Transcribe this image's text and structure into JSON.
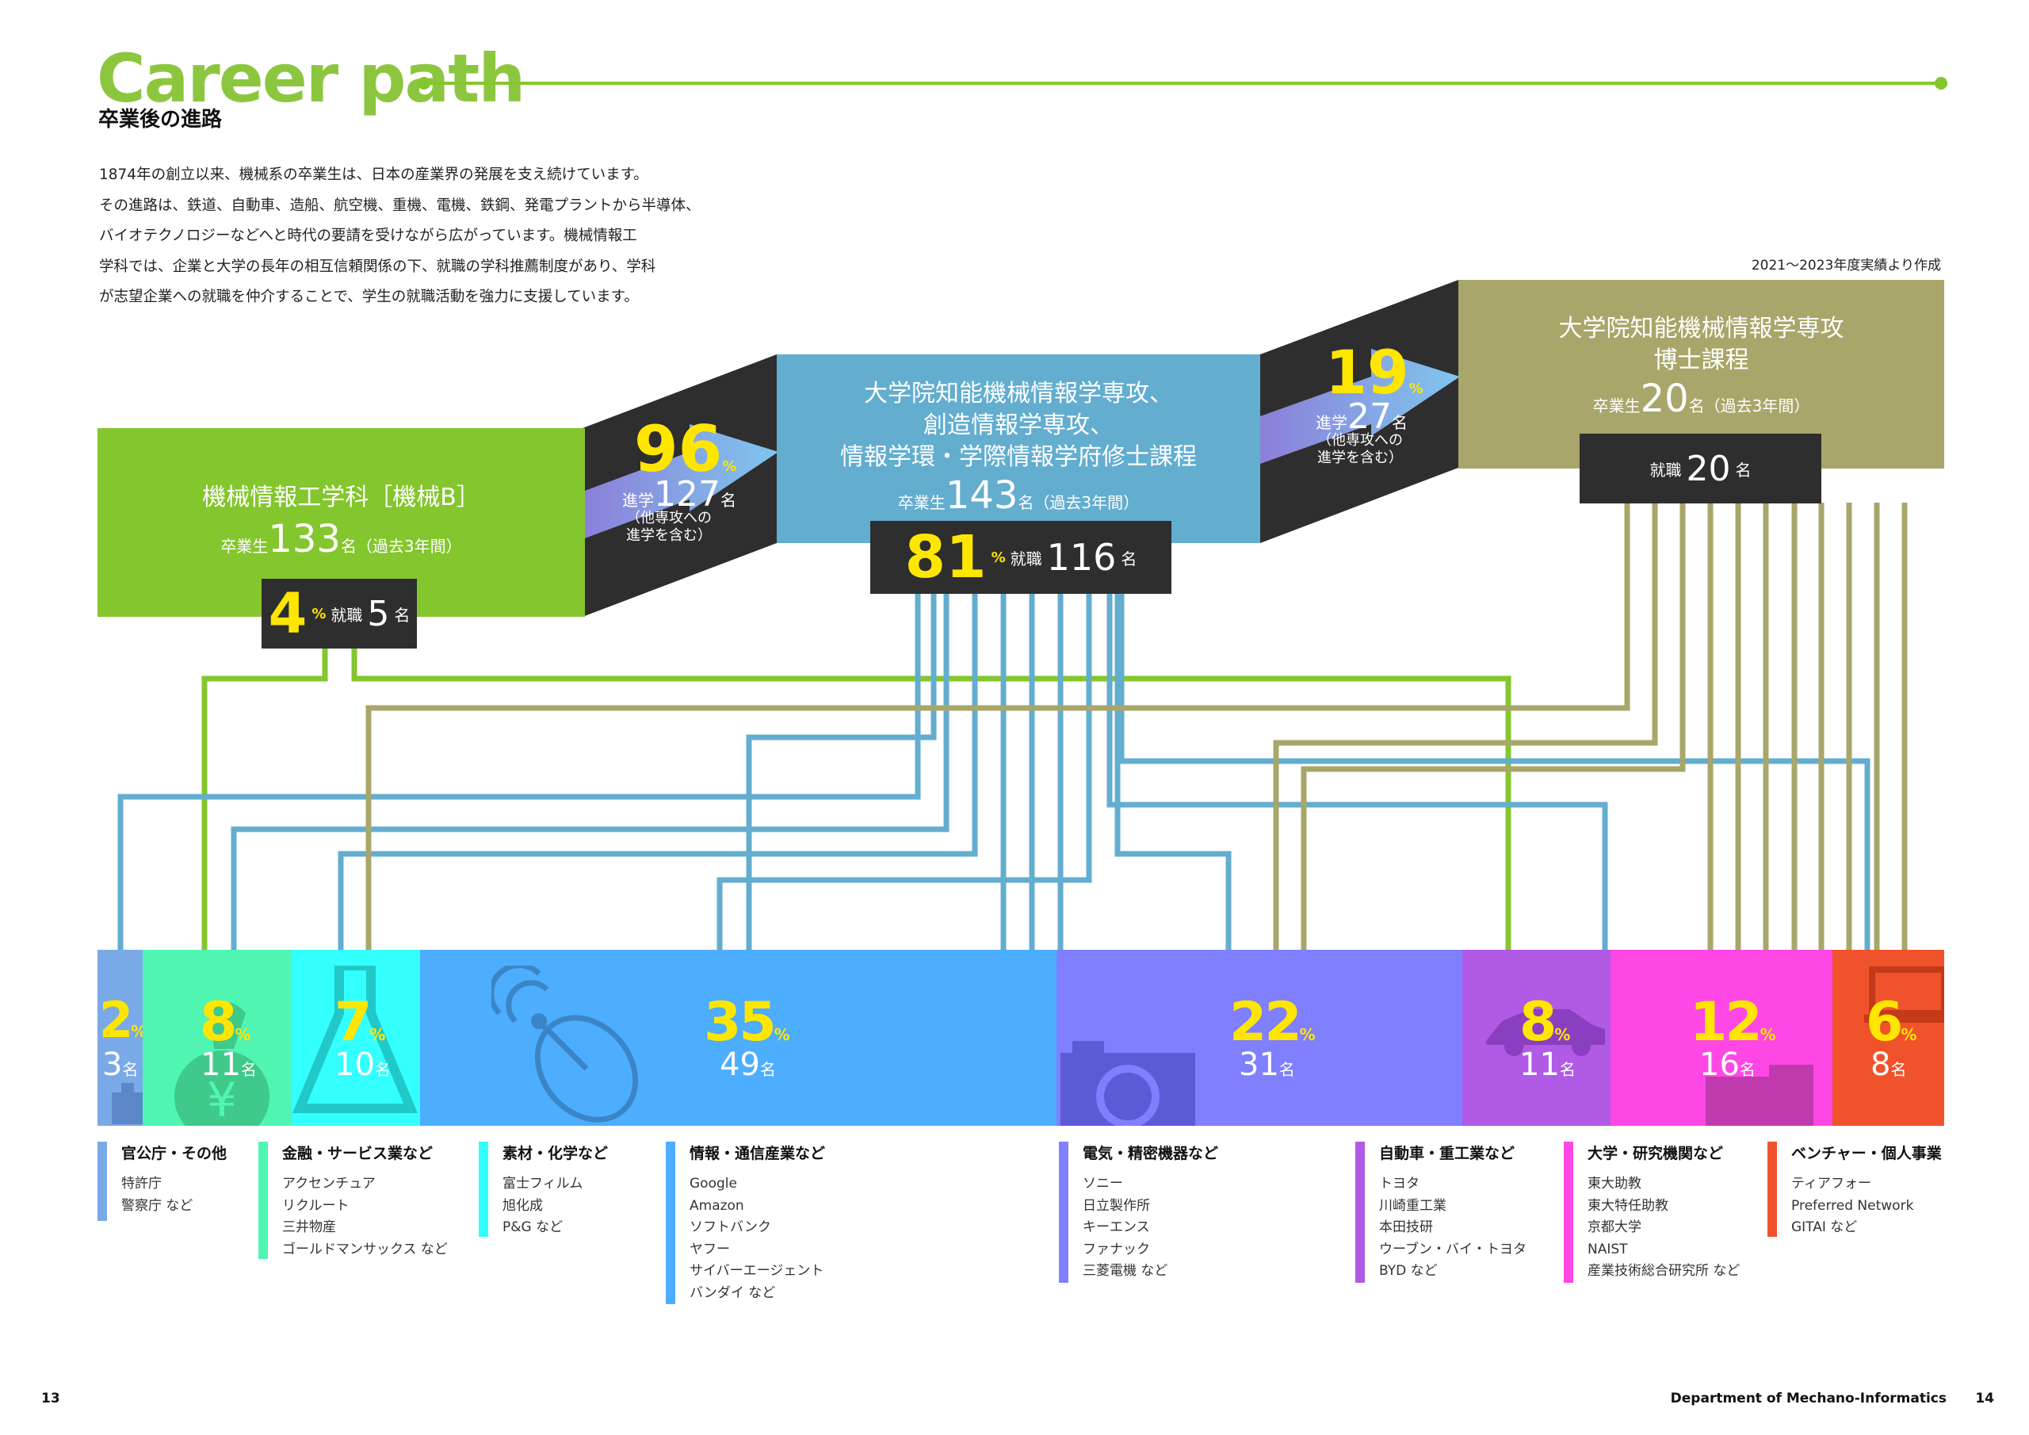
{
  "header": {
    "title": "Career path",
    "subtitle": "卒業後の進路",
    "intro_lines": [
      "1874年の創立以来、機械系の卒業生は、日本の産業界の発展を支え続けています。",
      "その進路は、鉄道、自動車、造船、航空機、重機、電機、鉄鋼、発電プラントから半導体、",
      "バイオテクノロジーなどへと時代の要請を受けながら広がっています。機械情報工",
      "学科では、企業と大学の長年の相互信頼関係の下、就職の学科推薦制度があり、学科",
      "が志望企業への就職を仲介することで、学生の就職活動を強力に支援しています。"
    ],
    "note": "2021～2023年度実績より作成"
  },
  "colors": {
    "green": "#84c62d",
    "blue": "#63adcf",
    "olive": "#a8a66a",
    "dark": "#2e2e2e",
    "yellow": "#ffe600"
  },
  "stages": {
    "undergrad": {
      "title": "機械情報工学科［機械B］",
      "grad_label": "卒業生",
      "grad_count": "133",
      "grad_unit": "名（過去3年間）",
      "employ_pct": "4",
      "pct_unit": "%",
      "employ_label": "就職",
      "employ_count": "5",
      "unit": "名"
    },
    "arrow1": {
      "pct": "96",
      "pct_unit": "%",
      "label": "進学",
      "count": "127",
      "unit": "名",
      "note_line1": "（他専攻への",
      "note_line2": "進学を含む）"
    },
    "master": {
      "title_line1": "大学院知能機械情報学専攻、",
      "title_line2": "創造情報学専攻、",
      "title_line3": "情報学環・学際情報学府修士課程",
      "grad_label": "卒業生",
      "grad_count": "143",
      "grad_unit": "名（過去3年間）",
      "employ_pct": "81",
      "pct_unit": "%",
      "employ_label": "就職",
      "employ_count": "116",
      "unit": "名"
    },
    "arrow2": {
      "pct": "19",
      "pct_unit": "%",
      "label": "進学",
      "count": "27",
      "unit": "名",
      "note_line1": "（他専攻への",
      "note_line2": "進学を含む）"
    },
    "doctor": {
      "title_line1": "大学院知能機械情報学専攻",
      "title_line2": "博士課程",
      "grad_label": "卒業生",
      "grad_count": "20",
      "grad_unit": "名（過去3年間）",
      "employ_label": "就職",
      "employ_count": "20",
      "unit": "名"
    }
  },
  "categories": [
    {
      "pct": "2",
      "count": "3",
      "pct_unit": "%",
      "unit": "名",
      "color": "#7aa9e8",
      "icon": "building-icon",
      "name": "官公庁・その他",
      "examples": [
        "特許庁",
        "警察庁 など"
      ]
    },
    {
      "pct": "8",
      "count": "11",
      "pct_unit": "%",
      "unit": "名",
      "color": "#50f5b2",
      "icon": "money-bag-icon",
      "name": "金融・サービス業など",
      "examples": [
        "アクセンチュア",
        "リクルート",
        "三井物産",
        "ゴールドマンサックス など"
      ]
    },
    {
      "pct": "7",
      "count": "10",
      "pct_unit": "%",
      "unit": "名",
      "color": "#33ffff",
      "icon": "flask-icon",
      "name": "素材・化学など",
      "examples": [
        "富士フィルム",
        "旭化成",
        "P&G など"
      ]
    },
    {
      "pct": "35",
      "count": "49",
      "pct_unit": "%",
      "unit": "名",
      "color": "#4dadff",
      "icon": "satellite-dish-icon",
      "name": "情報・通信産業など",
      "examples": [
        "Google",
        "Amazon",
        "ソフトバンク",
        "ヤフー",
        "サイバーエージェント",
        "バンダイ など"
      ]
    },
    {
      "pct": "22",
      "count": "31",
      "pct_unit": "%",
      "unit": "名",
      "color": "#7f7fff",
      "icon": "camera-icon",
      "name": "電気・精密機器など",
      "examples": [
        "ソニー",
        "日立製作所",
        "キーエンス",
        "ファナック",
        "三菱電機 など"
      ]
    },
    {
      "pct": "8",
      "count": "11",
      "pct_unit": "%",
      "unit": "名",
      "color": "#b05ae6",
      "icon": "car-icon",
      "name": "自動車・重工業など",
      "examples": [
        "トヨタ",
        "川崎重工業",
        "本田技研",
        "ウーブン・バイ・トヨタ",
        "BYD など"
      ]
    },
    {
      "pct": "12",
      "count": "16",
      "pct_unit": "%",
      "unit": "名",
      "color": "#ff47e5",
      "icon": "university-building-icon",
      "name": "大学・研究機関など",
      "examples": [
        "東大助教",
        "東大特任助教",
        "京都大学",
        "NAIST",
        "産業技術総合研究所 など"
      ]
    },
    {
      "pct": "6",
      "count": "8",
      "pct_unit": "%",
      "unit": "名",
      "color": "#f0532b",
      "icon": "laptop-icon",
      "name": "ベンチャー・個人事業",
      "examples": [
        "ティアフォー",
        "Preferred Network",
        "GITAI など"
      ]
    }
  ],
  "footer": {
    "page_left": "13",
    "department": "Department of Mechano-Informatics",
    "page_right": "14"
  }
}
